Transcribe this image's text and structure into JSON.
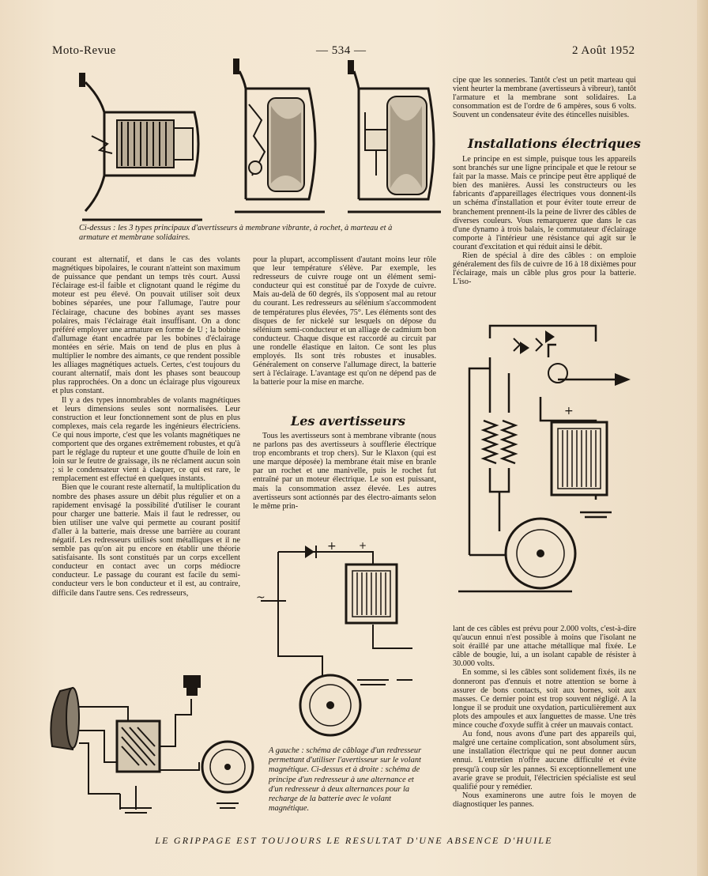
{
  "header": {
    "left": "Moto-Revue",
    "center": "— 534 —",
    "right": "2 Août 1952"
  },
  "top_caption": "Ci-dessus : les 3 types principaux d'avertisseurs à membrane vibrante, à rochet, à marteau et à armature et membrane solidaires.",
  "left_column": [
    "courant est alternatif, et dans le cas des volants magnétiques bipolaires, le courant n'atteint son maximum de puissance que pendant un temps très court. Aussi l'éclairage est-il faible et clignotant quand le régime du moteur est peu élevé. On pouvait utiliser soit deux bobines séparées, une pour l'allumage, l'autre pour l'éclairage, chacune des bobines ayant ses masses polaires, mais l'éclairage était insuffisant. On a donc préféré employer une armature en forme de U ; la bobine d'allumage étant encadrée par les bobines d'éclairage montées en série. Mais on tend de plus en plus à multiplier le nombre des aimants, ce que rendent possible les alliages magnétiques actuels. Certes, c'est toujours du courant alternatif, mais dont les phases sont beaucoup plus rapprochées. On a donc un éclairage plus vigoureux et plus constant.",
    "Il y a des types innombrables de volants magnétiques et leurs dimensions seules sont normalisées. Leur construction et leur fonctionnement sont de plus en plus complexes, mais cela regarde les ingénieurs électriciens. Ce qui nous importe, c'est que les volants magnétiques ne comportent que des organes extrêmement robustes, et qu'à part le réglage du rupteur et une goutte d'huile de loin en loin sur le feutre de graissage, ils ne réclament aucun soin ; si le condensateur vient à claquer, ce qui est rare, le remplacement est effectué en quelques instants.",
    "Bien que le courant reste alternatif, la multiplication du nombre des phases assure un débit plus régulier et on a rapidement envisagé la possibilité d'utiliser le courant pour charger une batterie. Mais il faut le redresser, ou bien utiliser une valve qui permette au courant positif d'aller à la batterie, mais dresse une barrière au courant négatif. Les redresseurs utilisés sont métalliques et il ne semble pas qu'on ait pu encore en établir une théorie satisfaisante. Ils sont constitués par un corps excellent conducteur en contact avec un corps médiocre conducteur. Le passage du courant est facile du semi-conducteur vers le bon conducteur et il est, au contraire, difficile dans l'autre sens. Ces redresseurs,"
  ],
  "middle_column": [
    "pour la plupart, accomplissent d'autant moins leur rôle que leur température s'élève. Par exemple, les redresseurs de cuivre rouge ont un élément semi-conducteur qui est constitué par de l'oxyde de cuivre. Mais au-delà de 60 degrés, ils s'opposent mal au retour du courant. Les redresseurs au sélénium s'accommodent de températures plus élevées, 75°. Les éléments sont des disques de fer nickelé sur lesquels on dépose du sélénium semi-conducteur et un alliage de cadmium bon conducteur. Chaque disque est raccordé au circuit par une rondelle élastique en laiton. Ce sont les plus employés. Ils sont très robustes et inusables. Généralement on conserve l'allumage direct, la batterie sert à l'éclairage. L'avantage est qu'on ne dépend pas de la batterie pour la mise en marche."
  ],
  "heading_avertisseurs": "Les avertisseurs",
  "avertisseurs_text": "Tous les avertisseurs sont à membrane vibrante (nous ne parlons pas des avertisseurs à soufflerie électrique trop encombrants et trop chers). Sur le Klaxon (qui est une marque déposée) la membrane était mise en branle par un rochet et une manivelle, puis le rochet fut entraîné par un moteur électrique. Le son est puissant, mais la consommation assez élevée. Les autres avertisseurs sont actionnés par des électro-aimants selon le même prin-",
  "bottom_caption": "A gauche : schéma de câblage d'un redresseur permettant d'utiliser l'avertisseur sur le volant magnétique. Ci-dessus et à droite : schéma de principe d'un redresseur à une alternance et d'un redresseur à deux alternances pour la recharge de la batterie avec le volant magnétique.",
  "right_column_top": "cipe que les sonneries. Tantôt c'est un petit marteau qui vient heurter la membrane (avertisseurs à vibreur), tantôt l'armature et la membrane sont solidaires. La consommation est de l'ordre de 6 ampères, sous 6 volts. Souvent un condensateur évite des étincelles nuisibles.",
  "heading_installations": "Installations électriques",
  "installations_text": [
    "Le principe en est simple, puisque tous les appareils sont branchés sur une ligne principale et que le retour se fait par la masse. Mais ce principe peut être appliqué de bien des manières. Aussi les constructeurs ou les fabricants d'appareillages électriques vous donnent-ils un schéma d'installation et pour éviter toute erreur de branchement prennent-ils la peine de livrer des câbles de diverses couleurs. Vous remarquerez que dans le cas d'une dynamo à trois balais, le commutateur d'éclairage comporte à l'intérieur une résistance qui agit sur le courant d'excitation et qui réduit ainsi le débit.",
    "Rien de spécial à dire des câbles : on emploie généralement des fils de cuivre de 16 à 18 dixièmes pour l'éclairage, mais un câble plus gros pour la batterie. L'iso-"
  ],
  "right_column_bottom": [
    "lant de ces câbles est prévu pour 2.000 volts, c'est-à-dire qu'aucun ennui n'est possible à moins que l'isolant ne soit éraillé par une attache métallique mal fixée. Le câble de bougie, lui, a un isolant capable de résister à 30.000 volts.",
    "En somme, si les câbles sont solidement fixés, ils ne donneront pas d'ennuis et notre attention se borne à assurer de bons contacts, soit aux bornes, soit aux masses. Ce dernier point est trop souvent négligé. A la longue il se produit une oxydation, particulièrement aux plots des ampoules et aux languettes de masse. Une très mince couche d'oxyde suffit à créer un mauvais contact.",
    "Au fond, nous avons d'une part des appareils qui, malgré une certaine complication, sont absolument sûrs, une installation électrique qui ne peut donner aucun ennui. L'entretien n'offre aucune difficulté et évite presqu'à coup sûr les pannes. Si exceptionnellement une avarie grave se produit, l'électricien spécialiste est seul qualifié pour y remédier.",
    "Nous examinerons une autre fois le moyen de diagnostiquer les pannes."
  ],
  "footer": "LE GRIPPAGE EST TOUJOURS LE RESULTAT D'UNE ABSENCE D'HUILE",
  "figures": {
    "horn_icons": [
      "horn-vibrating-membrane",
      "horn-ratchet",
      "horn-hammer"
    ],
    "schematic_labels": {
      "plus": "+",
      "minus": "−",
      "tilde": "~"
    }
  }
}
